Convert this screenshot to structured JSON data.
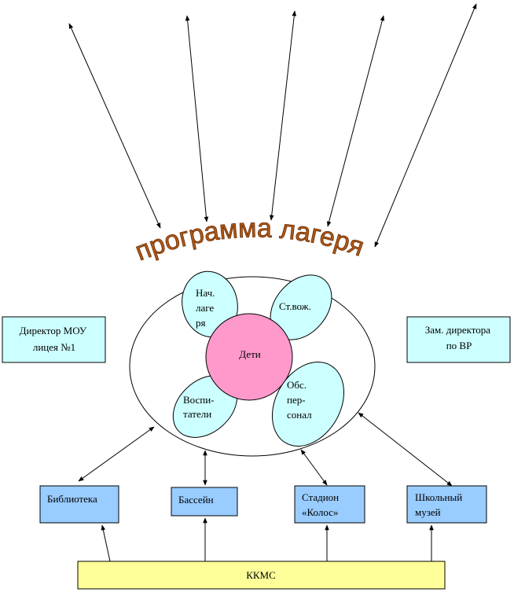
{
  "title": "программа лагеря",
  "center": "Дети",
  "petals": {
    "head": [
      "Нач.",
      "лаге",
      "ря"
    ],
    "senior": "Ст.вож.",
    "educators": [
      "Воспи-",
      "татели"
    ],
    "staff": [
      "Обс.",
      "пер-",
      "сонал"
    ]
  },
  "side_boxes": {
    "director": [
      "Директор  МОУ",
      "лицея №1"
    ],
    "deputy": [
      "Зам. директора",
      "по ВР"
    ]
  },
  "bottom_boxes": {
    "library": "Библиотека",
    "pool": "Бассейн",
    "stadium": [
      "Стадион",
      "«Колос»"
    ],
    "museum": [
      "Школьный",
      "музей"
    ]
  },
  "footer": "ККМС",
  "colors": {
    "petal_fill": "#ccffff",
    "center_fill": "#ff99cc",
    "side_box_fill": "#ccffff",
    "bottom_box_fill": "#99ccff",
    "footer_fill": "#ffff99",
    "title_fill": "#b05a18"
  }
}
